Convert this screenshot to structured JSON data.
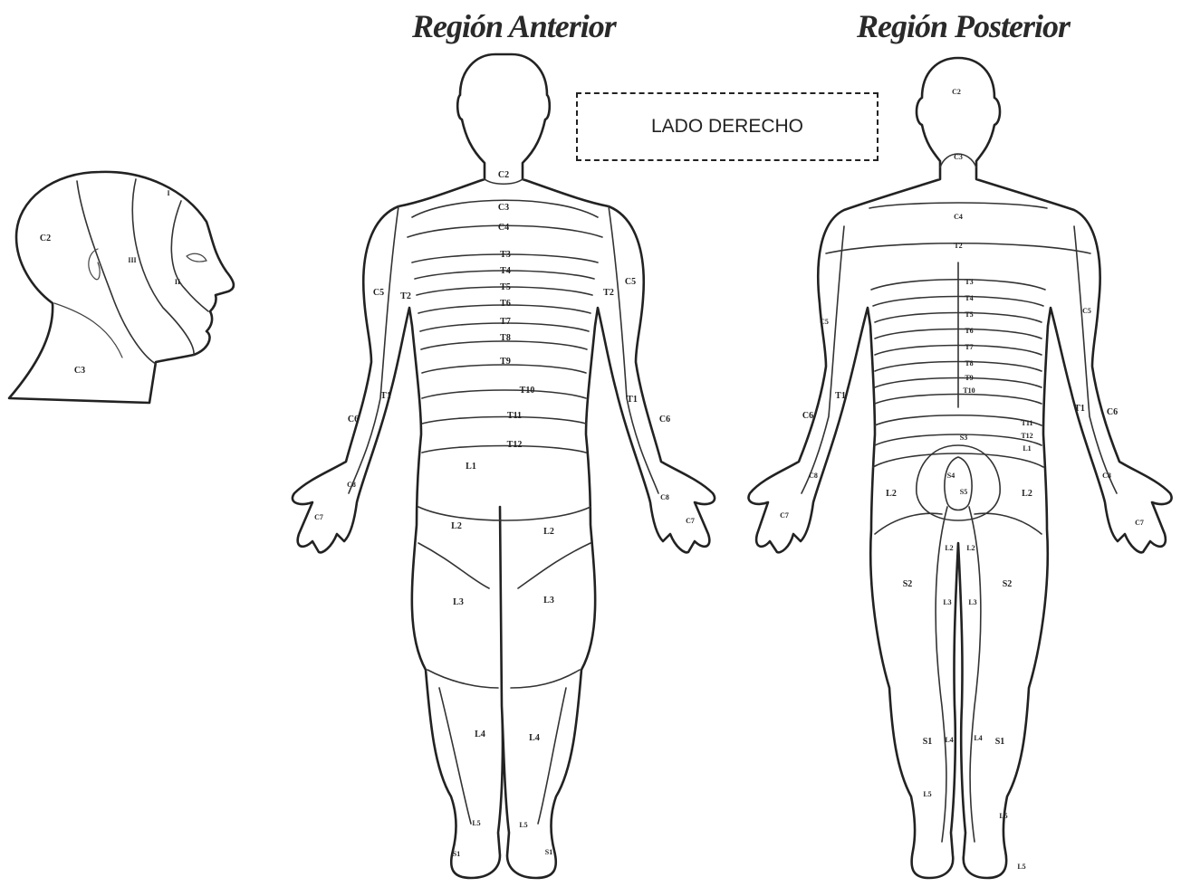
{
  "titles": {
    "anterior": "Región Anterior",
    "posterior": "Región Posterior"
  },
  "side_label": "LADO DERECHO",
  "head_labels": {
    "occipital": "C2",
    "neck": "C3",
    "v1": "I",
    "v2": "II",
    "v3": "III"
  },
  "anterior_labels": {
    "c2": "C2",
    "c3": "C3",
    "c4": "C4",
    "t3": "T3",
    "t4": "T4",
    "t5": "T5",
    "t6": "T6",
    "t7": "T7",
    "t8": "T8",
    "t9": "T9",
    "t10": "T10",
    "t11": "T11",
    "t12": "T12",
    "t2_left": "T2",
    "t2_right": "T2",
    "c5_left": "C5",
    "c5_right": "C5",
    "t1_left": "T1",
    "t1_right": "T1",
    "c6_left": "C6",
    "c6_right": "C6",
    "c8_left": "C8",
    "c8_right": "C8",
    "c7_left": "C7",
    "c7_right": "C7",
    "l1": "L1",
    "l2_left": "L2",
    "l2_right": "L2",
    "l3_left": "L3",
    "l3_right": "L3",
    "l4_left": "L4",
    "l4_right": "L4",
    "l5_left": "L5",
    "l5_right": "L5",
    "s1_left": "S1",
    "s1_right": "S1"
  },
  "posterior_labels": {
    "c2": "C2",
    "c3": "C3",
    "c4": "C4",
    "t2": "T2",
    "t3": "T3",
    "t4": "T4",
    "t5": "T5",
    "t6": "T6",
    "t7": "T7",
    "t8": "T8",
    "t9": "T9",
    "t10": "T10",
    "t11": "T11",
    "t12": "T12",
    "l1": "L1",
    "s3": "S3",
    "s4": "S4",
    "s5": "S5",
    "c5_left": "C5",
    "c5_right": "C5",
    "t1_left": "T1",
    "t1_right": "T1",
    "c6_left": "C6",
    "c6_right": "C6",
    "c8_left": "C8",
    "c8_right": "C8",
    "c7_left": "C7",
    "c7_right": "C7",
    "l2_left": "L2",
    "l2_right": "L2",
    "l2_inner_left": "L2",
    "l2_inner_right": "L2",
    "s2_left": "S2",
    "s2_right": "S2",
    "l3_left": "L3",
    "l3_right": "L3",
    "s1_left": "S1",
    "s1_right": "S1",
    "l4_left": "L4",
    "l4_right": "L4",
    "l5_left": "L5",
    "l5_right": "L5",
    "l5_foot": "L5"
  }
}
